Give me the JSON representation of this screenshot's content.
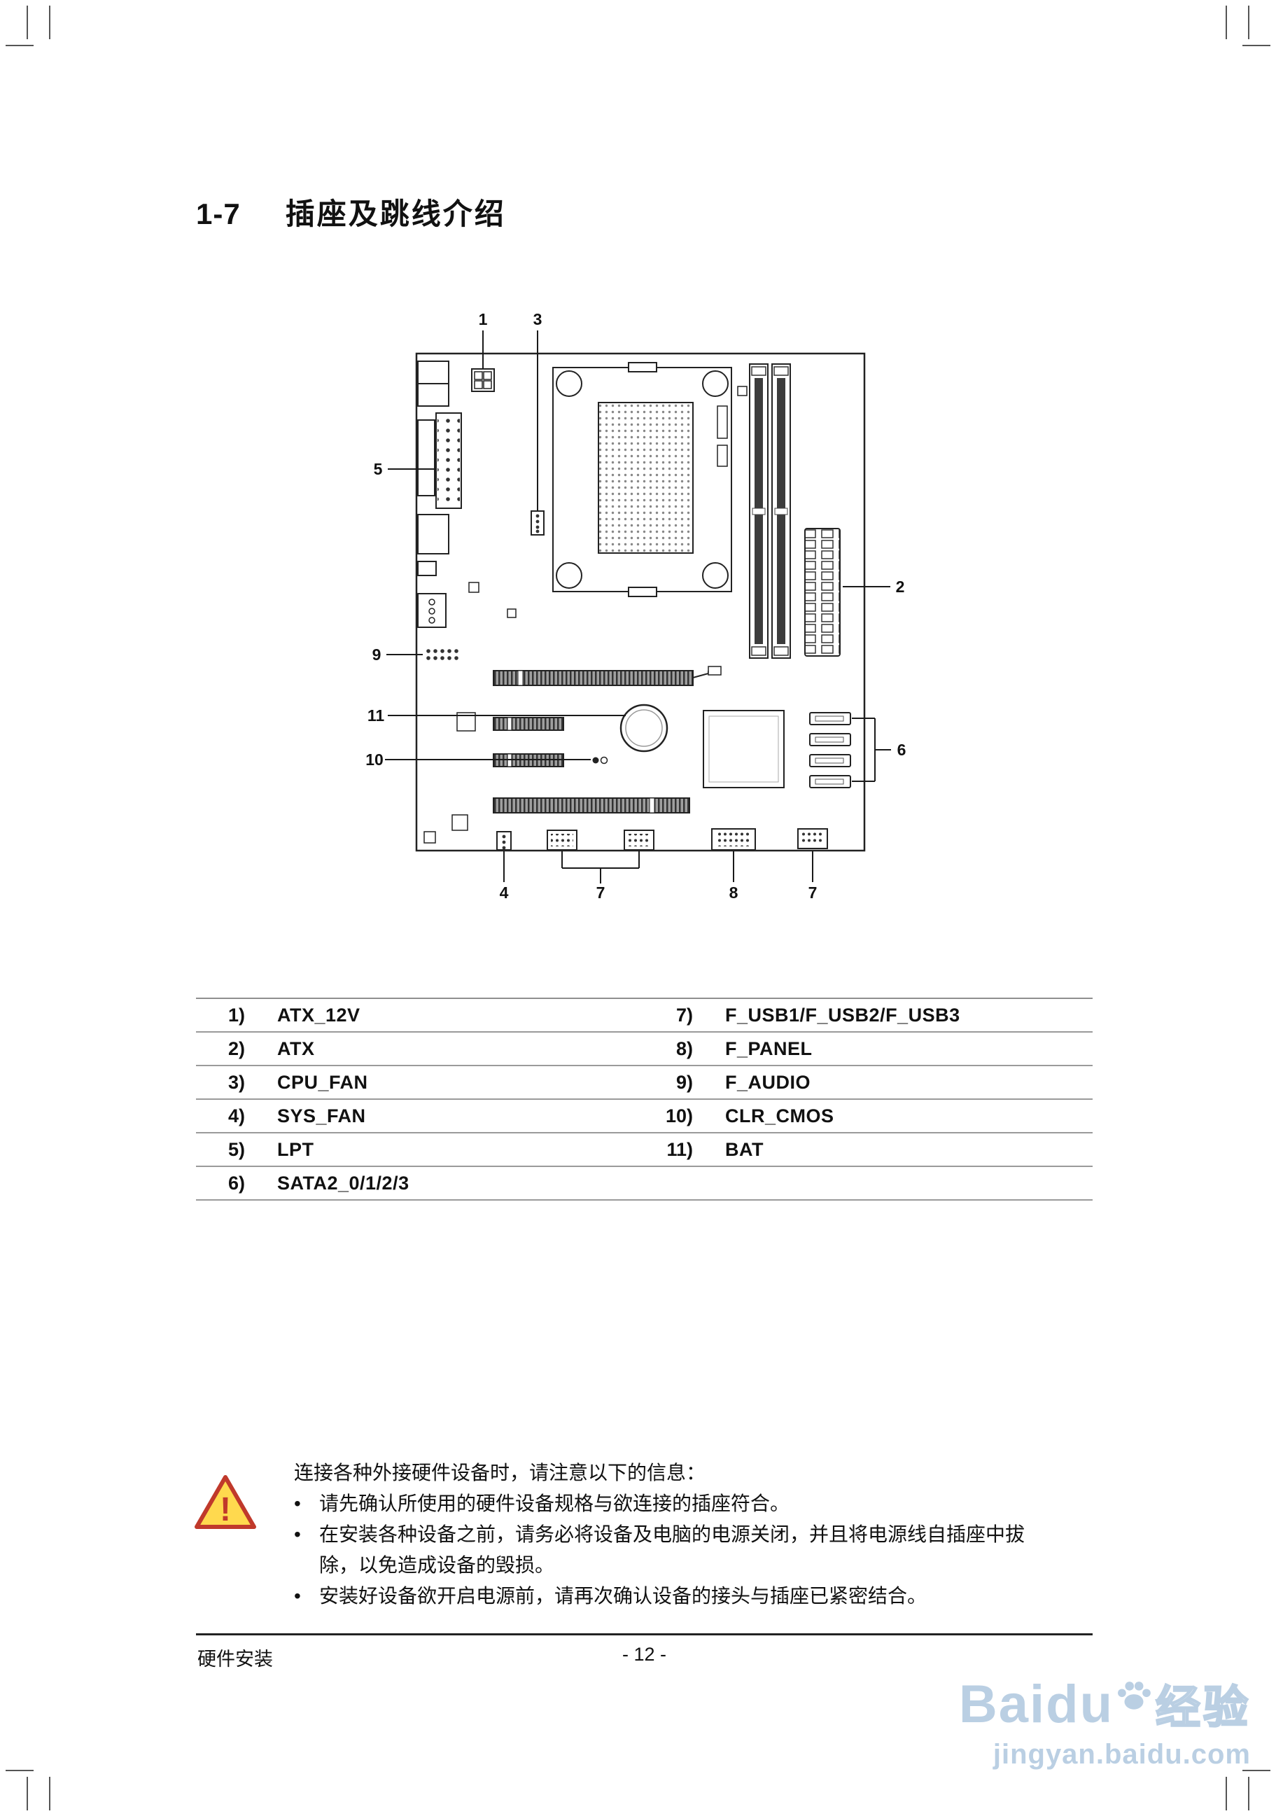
{
  "page": {
    "section_number": "1-7",
    "title": "插座及跳线介绍",
    "footer_left": "硬件安装",
    "footer_center": "- 12 -"
  },
  "diagram": {
    "callouts": {
      "c1": "1",
      "c2": "2",
      "c3": "3",
      "c4": "4",
      "c5": "5",
      "c6": "6",
      "c7a": "7",
      "c7b": "7",
      "c8": "8",
      "c9": "9",
      "c10": "10",
      "c11": "11"
    }
  },
  "connector_table": {
    "rows": [
      {
        "ln": "1)",
        "lv": "ATX_12V",
        "rn": "7)",
        "rv": "F_USB1/F_USB2/F_USB3"
      },
      {
        "ln": "2)",
        "lv": "ATX",
        "rn": "8)",
        "rv": "F_PANEL"
      },
      {
        "ln": "3)",
        "lv": "CPU_FAN",
        "rn": "9)",
        "rv": "F_AUDIO"
      },
      {
        "ln": "4)",
        "lv": "SYS_FAN",
        "rn": "10)",
        "rv": "CLR_CMOS"
      },
      {
        "ln": "5)",
        "lv": "LPT",
        "rn": "11)",
        "rv": "BAT"
      },
      {
        "ln": "6)",
        "lv": "SATA2_0/1/2/3",
        "rn": "",
        "rv": ""
      }
    ]
  },
  "warning": {
    "exclamation": "!",
    "bullet": "•",
    "intro": "连接各种外接硬件设备时，请注意以下的信息：",
    "bullets": [
      "请先确认所使用的硬件设备规格与欲连接的插座符合。",
      "在安装各种设备之前，请务必将设备及电脑的电源关闭，并且将电源线自插座中拔除，以免造成设备的毁损。",
      "安装好设备欲开启电源前，请再次确认设备的接头与插座已紧密结合。"
    ]
  },
  "watermark": {
    "brand": "Baidu",
    "suffix": "经验",
    "url": "jingyan.baidu.com"
  }
}
